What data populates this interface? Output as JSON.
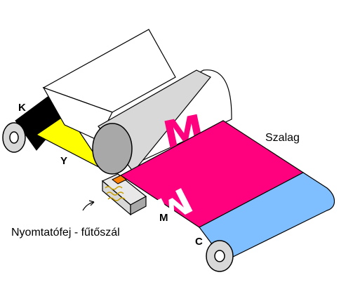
{
  "labels": {
    "k": "K",
    "y": "Y",
    "m": "M",
    "c": "C",
    "ribbon": "Szalag",
    "printhead": "Nyomtatófej - fűtőszál"
  },
  "ribbon_letter": "M",
  "paper_letter": "M",
  "colors": {
    "black": "#000000",
    "yellow": "#ffff00",
    "magenta": "#ff007f",
    "cyan": "#80bfff",
    "roller": "#d8d8d8",
    "roller_dark": "#a8a8a8",
    "printhead": "#e8e8e8",
    "heater": "#ff7f00"
  }
}
